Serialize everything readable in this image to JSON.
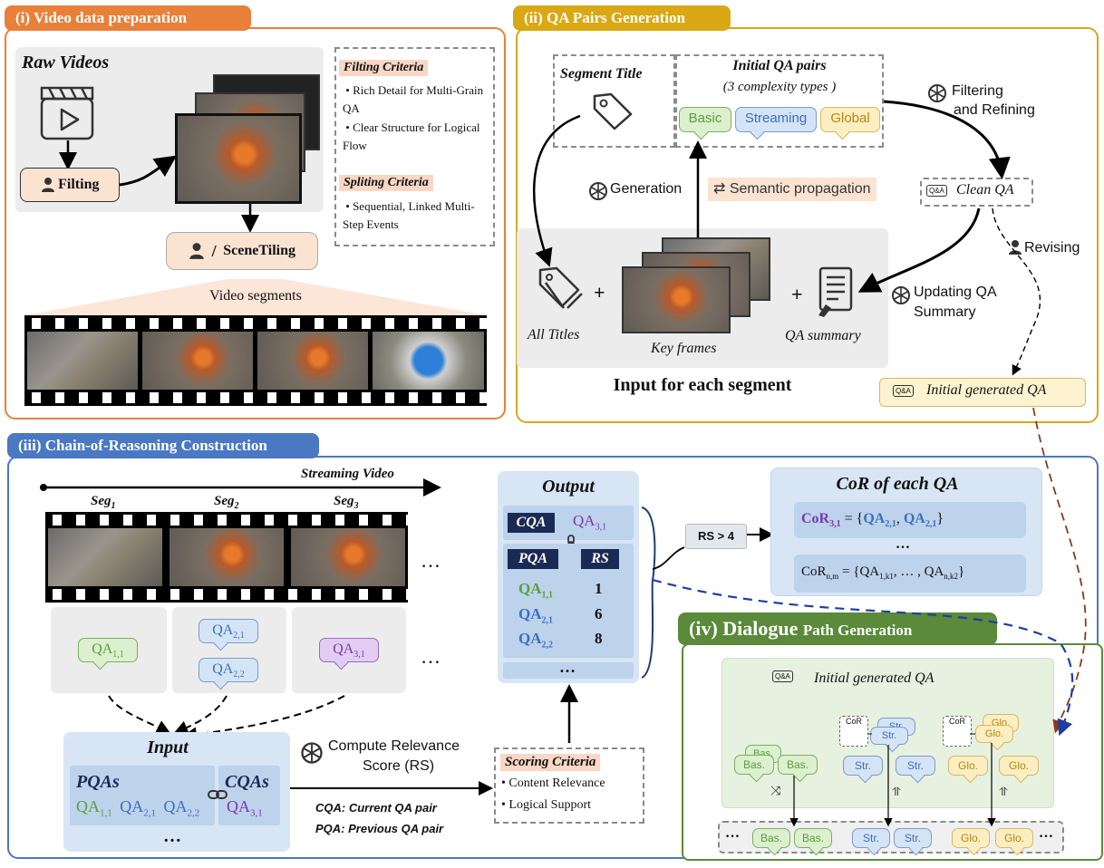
{
  "colors": {
    "panel1": "#e9803a",
    "panel2": "#d9a814",
    "panel3": "#4a78c2",
    "panel4": "#5a8a3a",
    "basic": "#dcefcf",
    "streaming": "#d5e4f5",
    "global": "#fbeec2",
    "cqa": "#7a3aa8",
    "pqa_green": "#5aa03a",
    "pqa_blue": "#3b6fc0",
    "navy": "#1b2a55"
  },
  "icons": [
    "film-clapper-icon",
    "play-icon",
    "user-icon",
    "tag-icon",
    "tags-icon",
    "document-pen-icon",
    "openai-logo-icon",
    "qa-chat-icon",
    "chain-link-icon",
    "shuffle-icon",
    "sort-icon"
  ],
  "p1": {
    "title": "(i) Video data preparation",
    "raw_videos": "Raw Videos",
    "filting": "Filting",
    "scenetiling": "SceneTiling",
    "slash": "/",
    "video_segments": "Video segments",
    "filting_criteria": "Filting Criteria",
    "fc_items": [
      "Rich Detail for Multi-Grain QA",
      "Clear Structure for Logical Flow"
    ],
    "spliting_criteria": "Spliting Criteria",
    "sc_items": [
      "Sequential, Linked Multi-Step Events"
    ]
  },
  "p2": {
    "title": "(ii) QA Pairs Generation",
    "segment_title": "Segment Title",
    "initial_qa": "Initial QA pairs",
    "complexity": "(3 complexity types )",
    "basic": "Basic",
    "streaming": "Streaming",
    "global": "Global",
    "filtering": "Filtering",
    "and_refining": "and Refining",
    "generation": "Generation",
    "semantic": "Semantic propagation",
    "clean_qa": "Clean QA",
    "qa_tag": "Q&A",
    "revising": "Revising",
    "updating": "Updating QA",
    "summary": "Summary",
    "all_titles": "All Titles",
    "key_frames": "Key frames",
    "qa_summary": "QA summary",
    "plus": "+",
    "input_each": "Input for each segment",
    "initial_generated": "Initial generated QA"
  },
  "p3": {
    "title": "(iii) Chain-of-Reasoning Construction",
    "streaming_video": "Streaming Video",
    "segs": [
      "Seg1",
      "Seg2",
      "Seg3"
    ],
    "ellipsis": "…",
    "qa11": "QA1,1",
    "qa21": "QA2,1",
    "qa22": "QA2,2",
    "qa31": "QA3,1",
    "input": "Input",
    "pqas": "PQAs",
    "cqas": "CQAs",
    "pqa_list": [
      "QA1,1",
      "QA2,1",
      "QA2,2"
    ],
    "cqa_item": "QA3,1",
    "dots": "…",
    "compute": "Compute Relevance",
    "score_rs": "Score (RS)",
    "cqa_def": "CQA: Current QA pair",
    "pqa_def": "PQA: Previous QA pair",
    "scoring": "Scoring Criteria",
    "scoring_items": [
      "Content Relevance",
      "Logical Support"
    ],
    "output": "Output",
    "cqa_label": "CQA",
    "pqa_label": "PQA",
    "rs_label": "RS",
    "out_cqa": "QA3,1",
    "out_rows": [
      {
        "qa": "QA1,1",
        "rs": "1"
      },
      {
        "qa": "QA2,1",
        "rs": "6"
      },
      {
        "qa": "QA2,2",
        "rs": "8"
      }
    ],
    "rs_gt": "RS > 4",
    "cor_title": "CoR of each QA",
    "cor1_lhs": "CoR3,1",
    "cor1_rhs": "= {QA2,1, QA2,1}",
    "cor2": "CoRn,m = {QA1,k1, … , QAn,k2}"
  },
  "p4": {
    "title_a": "(iv) Dialogue",
    "title_b": "Path Generation",
    "initial_generated": "Initial generated QA",
    "cor": "CoR",
    "bas": "Bas.",
    "str": "Str.",
    "glo": "Glo.",
    "dots": "…"
  }
}
